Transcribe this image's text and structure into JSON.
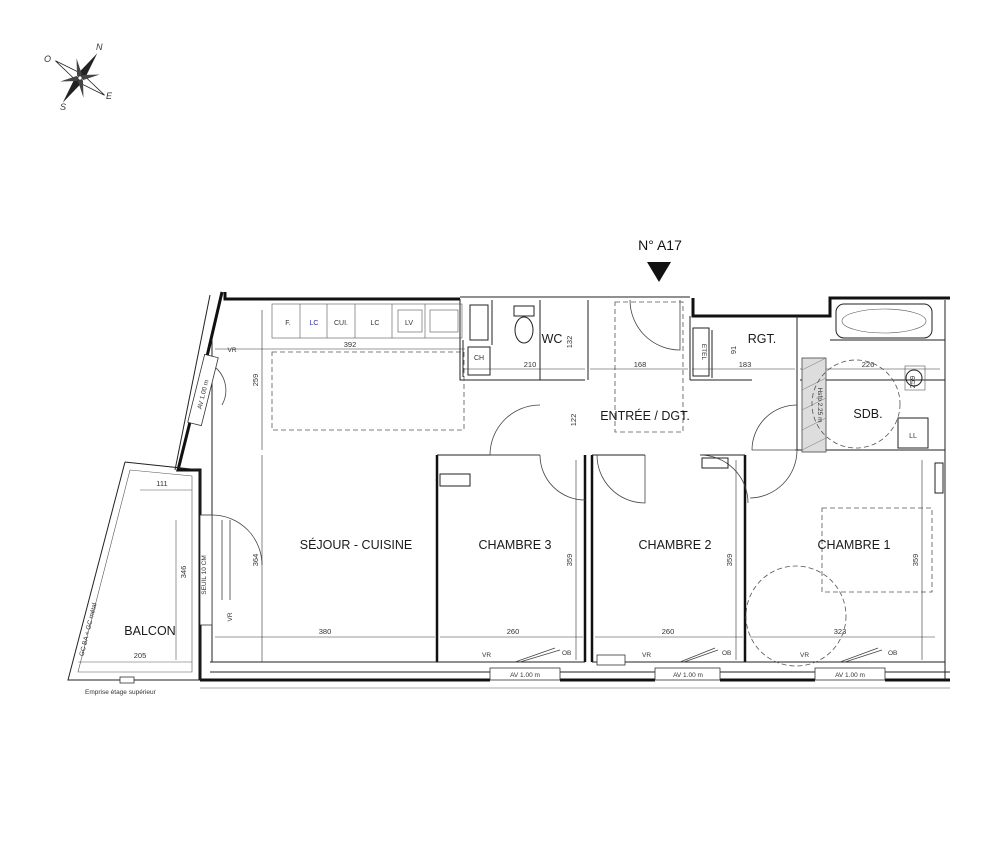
{
  "apartment": {
    "number_label": "N° A17"
  },
  "compass": {
    "n": "N",
    "e": "E",
    "s": "S",
    "o": "O"
  },
  "rooms": {
    "sejour": "SÉJOUR - CUISINE",
    "chambre3": "CHAMBRE 3",
    "chambre2": "CHAMBRE 2",
    "chambre1": "CHAMBRE 1",
    "entree": "ENTRÉE / DGT.",
    "wc": "WC",
    "rgt": "RGT.",
    "sdb": "SDB.",
    "balcon": "BALCON"
  },
  "kitchen": {
    "f": "F.",
    "lc1": "LC",
    "cui": "CUI.",
    "lc2": "LC",
    "lv": "LV",
    "lc1_color": "#2a2aa8"
  },
  "fixtures": {
    "ch": "CH",
    "etel": "ETEL",
    "ll": "LL",
    "hsp": "Hsfp 2.25 m",
    "seuil": "SEUIL 10 CM"
  },
  "dimensions": {
    "d392": "392",
    "d259": "259",
    "d364": "364",
    "d380": "380",
    "d260a": "260",
    "d260b": "260",
    "d323": "323",
    "d359a": "359",
    "d359b": "359",
    "d359c": "359",
    "d210": "210",
    "d168": "168",
    "d183": "183",
    "d226": "226",
    "d132": "132",
    "d122": "122",
    "d91": "91",
    "d259b": "259",
    "d111": "111",
    "d346": "346",
    "d205": "205"
  },
  "windows": {
    "av1": "AV 1.00 m",
    "av2": "AV 1.00 m",
    "av3": "AV 1.00 m",
    "av_left": "AV 1.00 m",
    "vr": "VR",
    "ob": "OB"
  },
  "notes": {
    "emprise": "Emprise étage supérieur",
    "gc": "GC BA + GC métal"
  }
}
